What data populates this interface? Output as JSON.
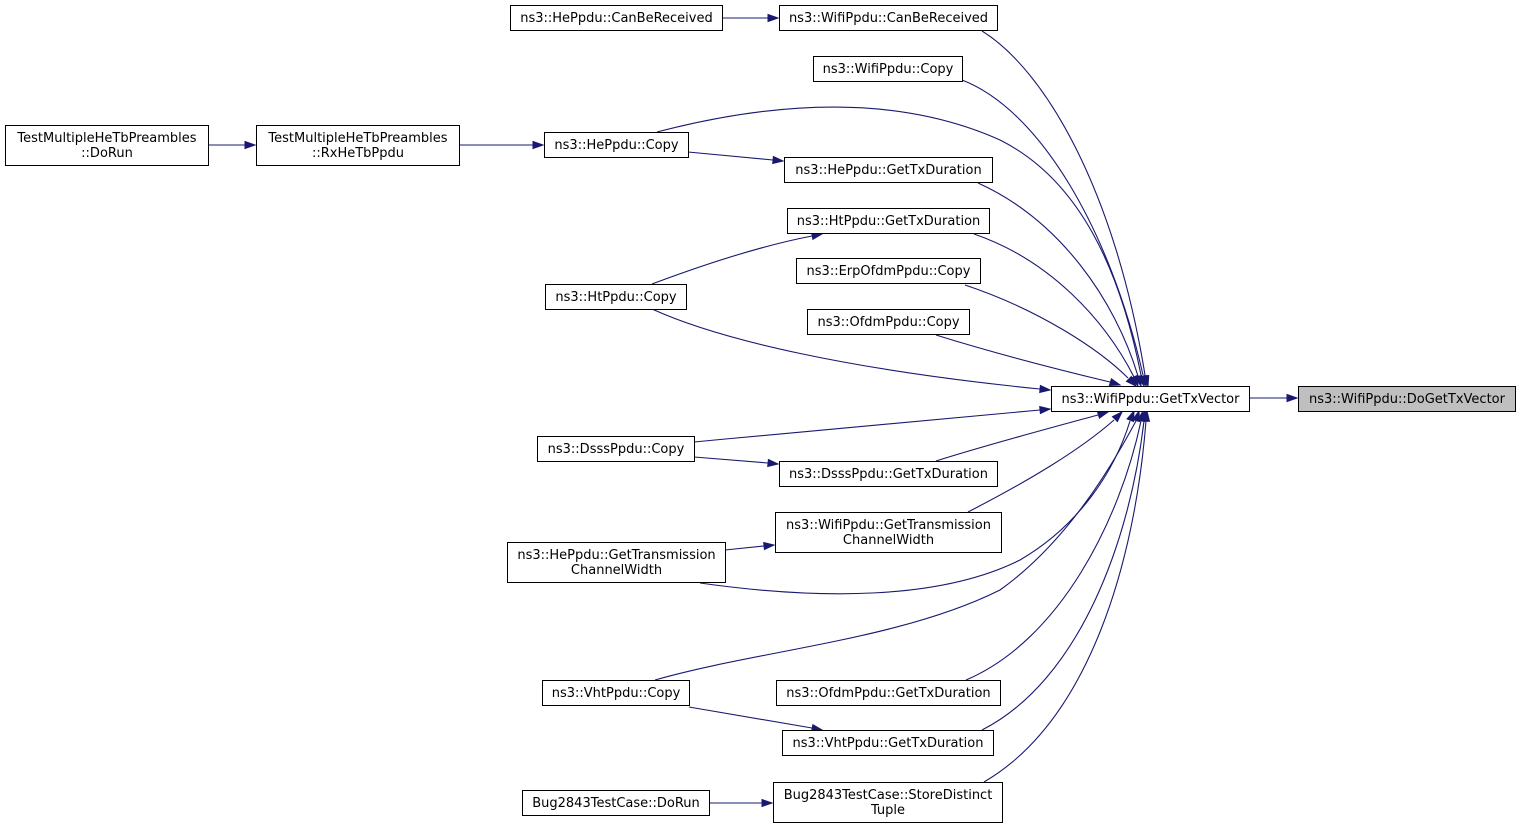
{
  "nodes": [
    {
      "id": "doGetTxVector",
      "lines": [
        "ns3::WifiPpdu::DoGetTxVector"
      ],
      "root": true
    },
    {
      "id": "getTxVector",
      "lines": [
        "ns3::WifiPpdu::GetTxVector"
      ]
    },
    {
      "id": "hePpduCanBeReceived",
      "lines": [
        "ns3::HePpdu::CanBeReceived"
      ]
    },
    {
      "id": "wifiPpduCanBeReceived",
      "lines": [
        "ns3::WifiPpdu::CanBeReceived"
      ]
    },
    {
      "id": "wifiPpduCopy",
      "lines": [
        "ns3::WifiPpdu::Copy"
      ]
    },
    {
      "id": "testDoRun",
      "lines": [
        "TestMultipleHeTbPreambles",
        "::DoRun"
      ]
    },
    {
      "id": "testRxHeTbPpdu",
      "lines": [
        "TestMultipleHeTbPreambles",
        "::RxHeTbPpdu"
      ]
    },
    {
      "id": "hePpduCopy",
      "lines": [
        "ns3::HePpdu::Copy"
      ]
    },
    {
      "id": "hePpduGetTxDuration",
      "lines": [
        "ns3::HePpdu::GetTxDuration"
      ]
    },
    {
      "id": "htPpduGetTxDuration",
      "lines": [
        "ns3::HtPpdu::GetTxDuration"
      ]
    },
    {
      "id": "erpOfdmPpduCopy",
      "lines": [
        "ns3::ErpOfdmPpdu::Copy"
      ]
    },
    {
      "id": "htPpduCopy",
      "lines": [
        "ns3::HtPpdu::Copy"
      ]
    },
    {
      "id": "ofdmPpduCopy",
      "lines": [
        "ns3::OfdmPpdu::Copy"
      ]
    },
    {
      "id": "dsssPpduCopy",
      "lines": [
        "ns3::DsssPpdu::Copy"
      ]
    },
    {
      "id": "dsssPpduGetTxDuration",
      "lines": [
        "ns3::DsssPpdu::GetTxDuration"
      ]
    },
    {
      "id": "wifiPpduGetTcw",
      "lines": [
        "ns3::WifiPpdu::GetTransmission",
        "ChannelWidth"
      ]
    },
    {
      "id": "hePpduGetTcw",
      "lines": [
        "ns3::HePpdu::GetTransmission",
        "ChannelWidth"
      ]
    },
    {
      "id": "vhtPpduCopy",
      "lines": [
        "ns3::VhtPpdu::Copy"
      ]
    },
    {
      "id": "ofdmPpduGetTxDuration",
      "lines": [
        "ns3::OfdmPpdu::GetTxDuration"
      ]
    },
    {
      "id": "vhtPpduGetTxDuration",
      "lines": [
        "ns3::VhtPpdu::GetTxDuration"
      ]
    },
    {
      "id": "bugDoRun",
      "lines": [
        "Bug2843TestCase::DoRun"
      ]
    },
    {
      "id": "bugStoreDistinctTuple",
      "lines": [
        "Bug2843TestCase::StoreDistinct",
        "Tuple"
      ]
    }
  ],
  "edges": [
    {
      "from": "getTxVector",
      "to": "doGetTxVector"
    },
    {
      "from": "hePpduCanBeReceived",
      "to": "wifiPpduCanBeReceived"
    },
    {
      "from": "wifiPpduCanBeReceived",
      "to": "getTxVector"
    },
    {
      "from": "wifiPpduCopy",
      "to": "getTxVector"
    },
    {
      "from": "testDoRun",
      "to": "testRxHeTbPpdu"
    },
    {
      "from": "testRxHeTbPpdu",
      "to": "hePpduCopy"
    },
    {
      "from": "hePpduCopy",
      "to": "getTxVector"
    },
    {
      "from": "hePpduCopy",
      "to": "hePpduGetTxDuration"
    },
    {
      "from": "hePpduGetTxDuration",
      "to": "getTxVector"
    },
    {
      "from": "htPpduGetTxDuration",
      "to": "getTxVector"
    },
    {
      "from": "htPpduCopy",
      "to": "htPpduGetTxDuration"
    },
    {
      "from": "htPpduCopy",
      "to": "getTxVector"
    },
    {
      "from": "erpOfdmPpduCopy",
      "to": "getTxVector"
    },
    {
      "from": "ofdmPpduCopy",
      "to": "getTxVector"
    },
    {
      "from": "dsssPpduCopy",
      "to": "getTxVector"
    },
    {
      "from": "dsssPpduCopy",
      "to": "dsssPpduGetTxDuration"
    },
    {
      "from": "dsssPpduGetTxDuration",
      "to": "getTxVector"
    },
    {
      "from": "wifiPpduGetTcw",
      "to": "getTxVector"
    },
    {
      "from": "hePpduGetTcw",
      "to": "wifiPpduGetTcw"
    },
    {
      "from": "hePpduGetTcw",
      "to": "getTxVector"
    },
    {
      "from": "vhtPpduCopy",
      "to": "getTxVector"
    },
    {
      "from": "vhtPpduCopy",
      "to": "vhtPpduGetTxDuration"
    },
    {
      "from": "ofdmPpduGetTxDuration",
      "to": "getTxVector"
    },
    {
      "from": "vhtPpduGetTxDuration",
      "to": "getTxVector"
    },
    {
      "from": "bugDoRun",
      "to": "bugStoreDistinctTuple"
    },
    {
      "from": "bugStoreDistinctTuple",
      "to": "getTxVector"
    }
  ],
  "colors": {
    "edge": "#191970",
    "root_fill": "#bfbfbf",
    "node_fill": "#ffffff",
    "node_border": "#000000"
  }
}
